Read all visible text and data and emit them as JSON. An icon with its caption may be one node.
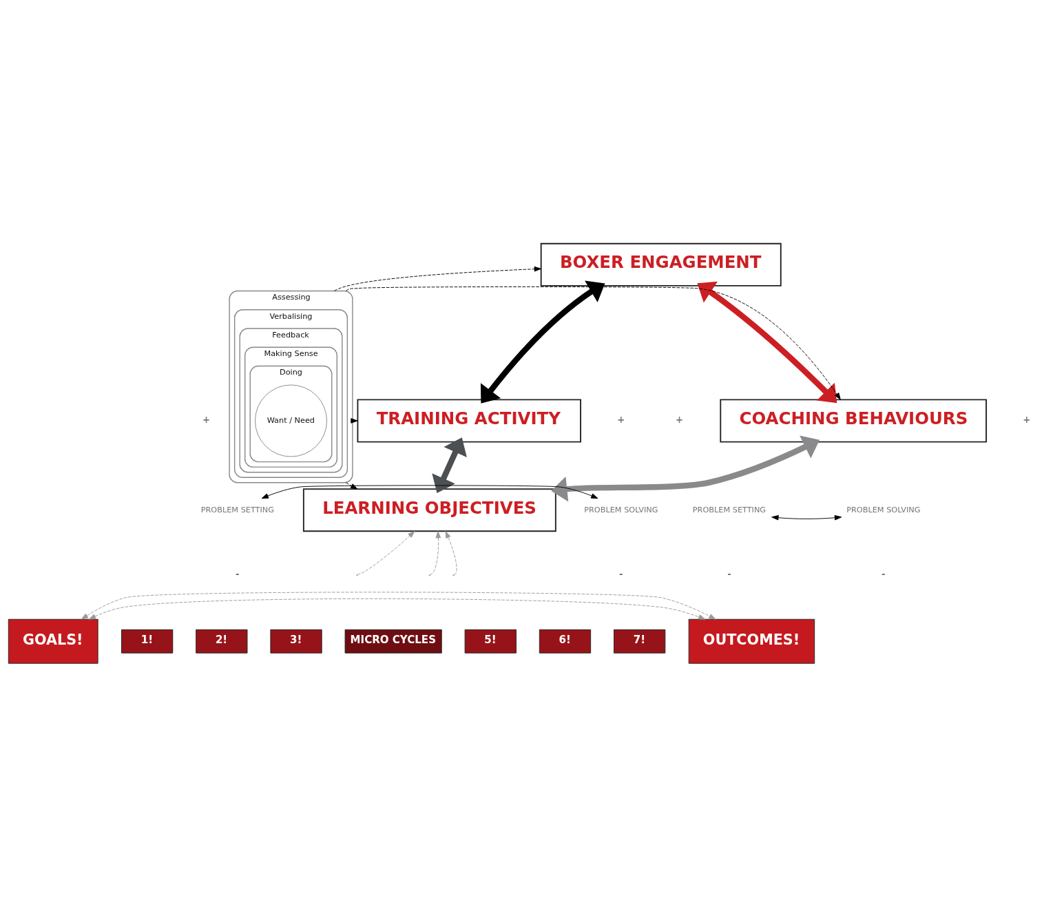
{
  "diagram": {
    "nodes": [
      {
        "text": [
          "BOXER ENGAGEMENT"
        ]
      },
      {
        "text": [
          "TRAINING ACTIVITY"
        ]
      },
      {
        "text": [
          "COACHING BEHAVIOURS"
        ]
      },
      {
        "text": [
          "Assessing"
        ]
      },
      {
        "text": [
          "Verbalising"
        ],
        "in": 3
      },
      {
        "text": [
          "Feedback"
        ],
        "in": 4
      },
      {
        "text": [
          "Making Sense"
        ],
        "in": 5
      },
      {
        "text": [
          "Doing"
        ],
        "in": 6
      },
      {
        "text": [
          "Want / Need"
        ],
        "in": 7
      },
      {
        "text": [
          "LEARNING OBJECTIVES"
        ]
      },
      {
        "text": [
          "PROBLEM SETTING"
        ]
      },
      {
        "text": [
          "PROBLEM SOLVING"
        ]
      },
      {
        "text": [
          "PROBLEM SETTING"
        ]
      },
      {
        "text": [
          "PROBLEM SOLVING"
        ]
      },
      {
        "text": [
          "GOALS!"
        ]
      },
      {
        "text": [
          "1!"
        ]
      },
      {
        "text": [
          "2!"
        ]
      },
      {
        "text": [
          "3!"
        ]
      },
      {
        "text": [
          "MICRO CYCLES"
        ]
      },
      {
        "text": [
          "5!"
        ]
      },
      {
        "text": [
          "6!"
        ]
      },
      {
        "text": [
          "7!"
        ]
      },
      {
        "text": [
          "OUTCOMES!"
        ]
      }
    ],
    "edges": [
      {
        "from": 0,
        "to": 1,
        "arrow": "both",
        "style": "thick",
        "color": "#000000"
      },
      {
        "from": 0,
        "to": 2,
        "arrow": "both",
        "style": "thick",
        "color": "#cc1f24"
      },
      {
        "from": 1,
        "to": 9,
        "arrow": "both",
        "style": "thick",
        "color": "#4d5053"
      },
      {
        "from": 2,
        "to": 9,
        "arrow": "both",
        "style": "thick",
        "color": "#8a8a8c"
      },
      {
        "from": 3,
        "to": 0,
        "arrow": "to",
        "style": "dashed"
      },
      {
        "from": 3,
        "to": 1,
        "arrow": "to",
        "style": "dashed"
      },
      {
        "from": 3,
        "to": 2,
        "arrow": "to",
        "style": "dashed"
      },
      {
        "from": 3,
        "to": 9,
        "arrow": "to",
        "style": "dashed"
      },
      {
        "from": 10,
        "to": 11,
        "arrow": "both"
      },
      {
        "from": 12,
        "to": 13,
        "arrow": "both"
      },
      {
        "from": 14,
        "to": 22,
        "arrow": "both",
        "style": "dashed",
        "color": "#9a9a9a"
      },
      {
        "from": null,
        "to": 9,
        "arrow": "to",
        "style": "dashed",
        "color": "#9a9a9a"
      },
      {
        "from": null,
        "to": 9,
        "arrow": "to",
        "style": "dashed",
        "color": "#9a9a9a"
      },
      {
        "from": null,
        "to": 9,
        "arrow": "to",
        "style": "dashed",
        "color": "#9a9a9a"
      },
      {
        "from": 14,
        "to": 22,
        "arrow": "both",
        "style": "dashed",
        "color": "#9a9a9a"
      }
    ],
    "labels": [
      "+",
      "+",
      "+",
      "+",
      "-",
      "-",
      "-",
      "-"
    ]
  }
}
